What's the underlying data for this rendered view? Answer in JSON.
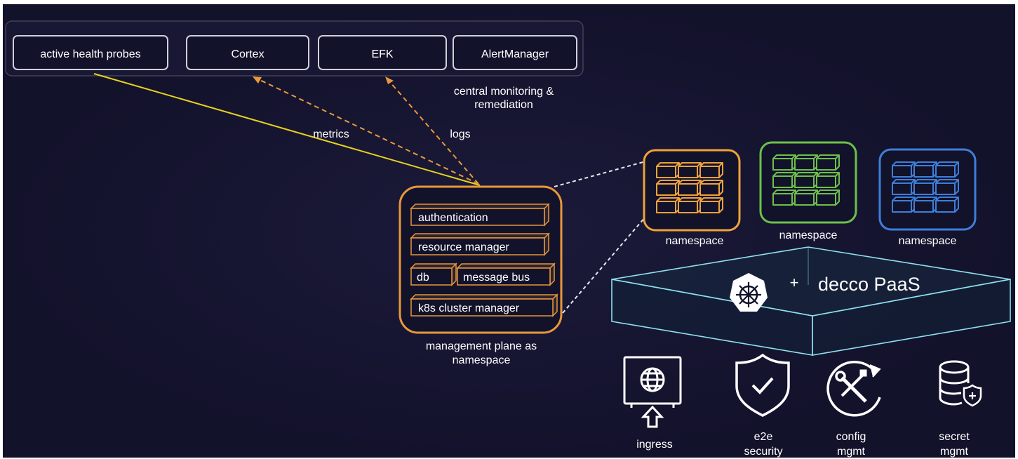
{
  "monitoring": {
    "tools": [
      "active health probes",
      "Cortex",
      "EFK",
      "AlertManager"
    ],
    "caption_line1": "central monitoring &",
    "caption_line2": "remediation"
  },
  "flows": {
    "metrics": "metrics",
    "logs": "logs"
  },
  "management_plane": {
    "components": {
      "authentication": "authentication",
      "resource_manager": "resource manager",
      "db": "db",
      "message_bus": "message bus",
      "k8s_cluster_manager": "k8s cluster manager"
    },
    "caption_line1": "management plane as",
    "caption_line2": "namespace"
  },
  "namespaces": [
    {
      "label": "namespace",
      "color": "#f0a23a"
    },
    {
      "label": "namespace",
      "color": "#6cc04a"
    },
    {
      "label": "namespace",
      "color": "#3d7fd9"
    }
  ],
  "platform": {
    "plus": "+",
    "title": "decco PaaS"
  },
  "capabilities": [
    {
      "icon": "globe-upload-icon",
      "line1": "ingress",
      "line2": ""
    },
    {
      "icon": "shield-check-icon",
      "line1": "e2e",
      "line2": "security"
    },
    {
      "icon": "wrench-screwdriver-cycle-icon",
      "line1": "config",
      "line2": "mgmt"
    },
    {
      "icon": "database-shield-icon",
      "line1": "secret",
      "line2": "mgmt"
    }
  ],
  "colors": {
    "background": "#13122b",
    "metrics_line": "#e8d21e",
    "logs_line": "#e89a3a",
    "management_accent": "#e8973a",
    "platform_outline": "#8ee0ee"
  }
}
